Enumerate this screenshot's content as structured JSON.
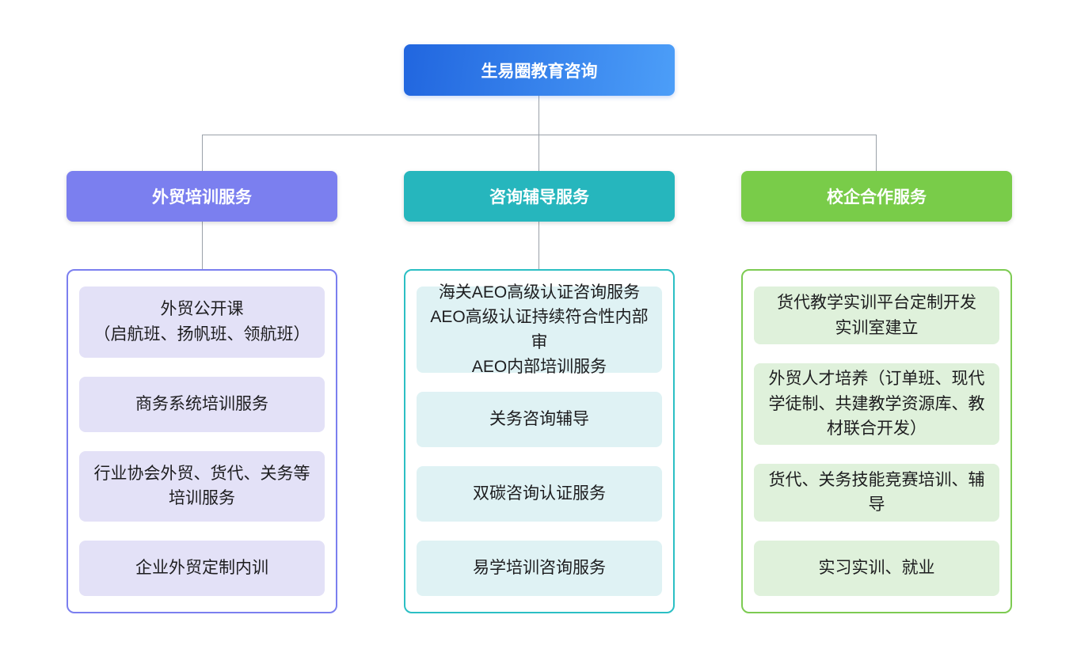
{
  "root": {
    "label": "生易圈教育咨询"
  },
  "branches": [
    {
      "label": "外贸培训服务",
      "color": "#7b7fef",
      "item_bg": "#e3e1f7",
      "items": [
        "外贸公开课\n（启航班、扬帆班、领航班）",
        "商务系统培训服务",
        "行业协会外贸、货代、关务等培训服务",
        "企业外贸定制内训"
      ]
    },
    {
      "label": "咨询辅导服务",
      "color": "#26b6bd",
      "item_bg": "#dff2f4",
      "items": [
        "海关AEO高级认证咨询服务\nAEO高级认证持续符合性内部审\nAEO内部培训服务",
        "关务咨询辅导",
        "双碳咨询认证服务",
        "易学培训咨询服务"
      ]
    },
    {
      "label": "校企合作服务",
      "color": "#79cc49",
      "item_bg": "#dff1db",
      "items": [
        "货代教学实训平台定制开发\n实训室建立",
        "外贸人才培养（订单班、现代学徒制、共建教学资源库、教材联合开发）",
        "货代、关务技能竞赛培训、辅导",
        "实习实训、就业"
      ]
    }
  ],
  "colors": {
    "root_gradient_start": "#2166df",
    "root_gradient_end": "#4c9ef8",
    "connector_line": "#9aa1a9",
    "background": "#ffffff",
    "item_text": "#1d1d1f"
  }
}
